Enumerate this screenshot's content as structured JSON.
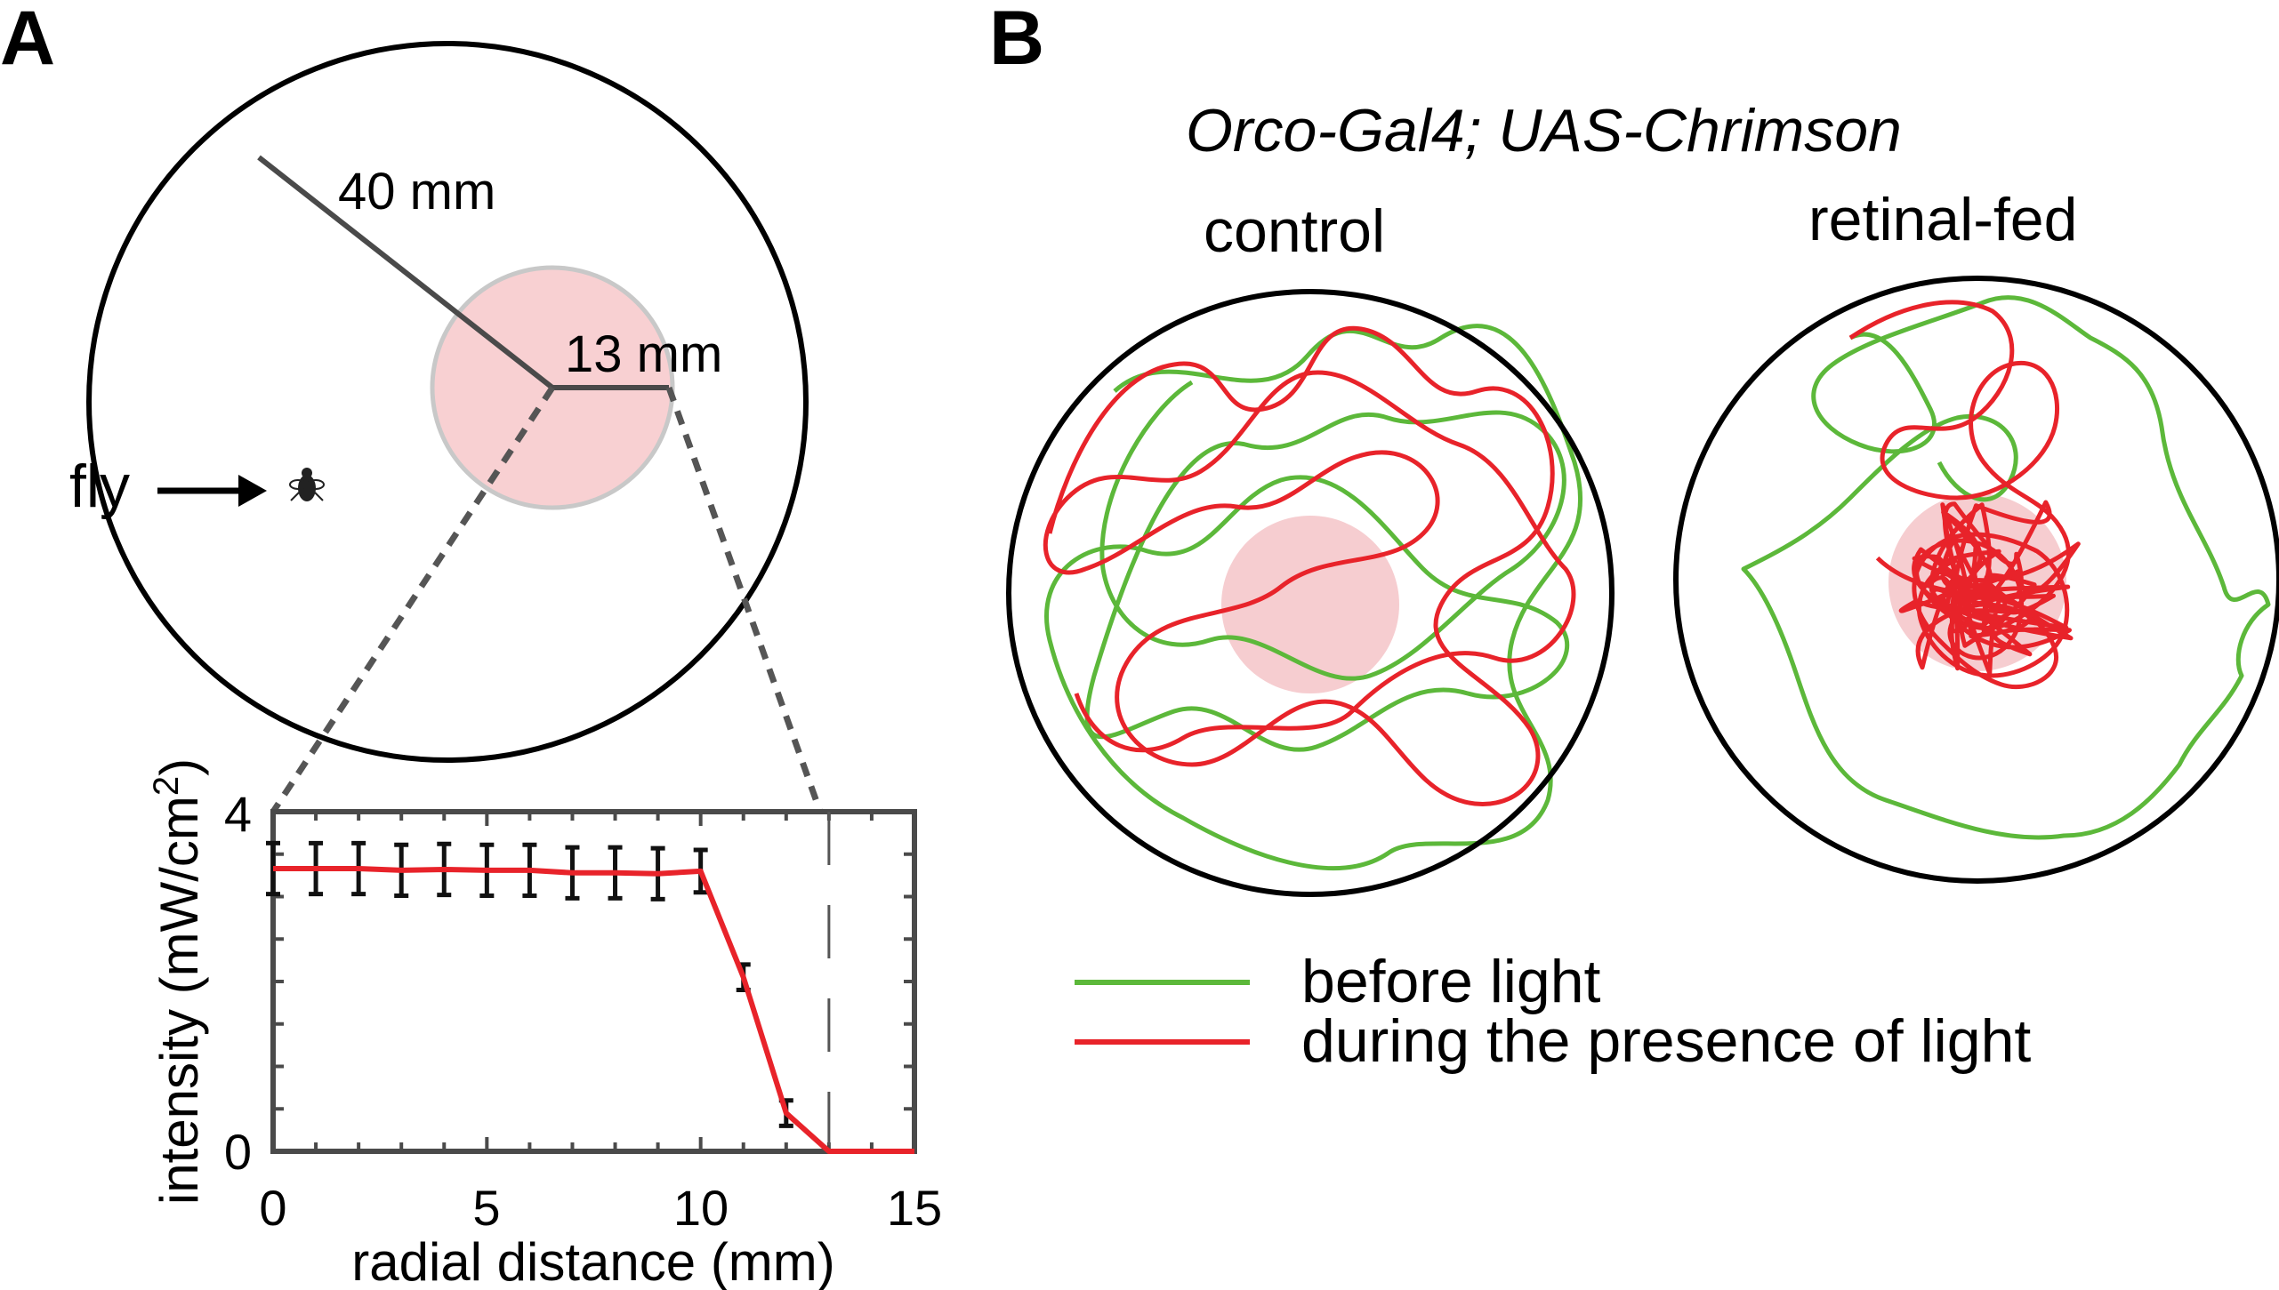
{
  "panelA": {
    "letter": "A",
    "arena_radius_label": "40 mm",
    "light_radius_label": "13 mm",
    "fly_label": "fly",
    "fly_icon": "fly-icon",
    "colors": {
      "light_spot": "#f8d0d2",
      "light_spot_edge": "#c8c8c8",
      "curve": "#e8232a",
      "frame": "#4a4a4a"
    }
  },
  "chart_data": {
    "type": "line",
    "xlabel": "radial distance (mm)",
    "ylabel": "intensity (mW/cm²)",
    "ylabel_main": "intensity (mW/cm",
    "ylabel_sup": "2",
    "ylabel_tail": ")",
    "xlim": [
      0,
      15
    ],
    "ylim": [
      0,
      4
    ],
    "xticks": [
      "0",
      "5",
      "10",
      "15"
    ],
    "yticks": [
      "0",
      "4"
    ],
    "x": [
      0,
      1,
      2,
      3,
      4,
      5,
      6,
      7,
      8,
      9,
      10,
      11,
      12,
      13,
      14,
      15
    ],
    "y": [
      3.33,
      3.33,
      3.33,
      3.31,
      3.32,
      3.31,
      3.31,
      3.28,
      3.28,
      3.27,
      3.3,
      2.05,
      0.45,
      0.0,
      0.0,
      0.0
    ],
    "error": [
      0.3,
      0.3,
      0.3,
      0.3,
      0.3,
      0.3,
      0.3,
      0.3,
      0.3,
      0.3,
      0.25,
      0.15,
      0.15,
      0,
      0,
      0
    ],
    "boundary_mm": 13,
    "grid": false
  },
  "panelB": {
    "letter": "B",
    "genotype": "Orco-Gal4; UAS-Chrimson",
    "control_label": "control",
    "retinal_label": "retinal-fed",
    "legend": [
      {
        "label": "before light",
        "color": "#5cb83a"
      },
      {
        "label": "during the presence of light",
        "color": "#e8232a"
      }
    ]
  }
}
